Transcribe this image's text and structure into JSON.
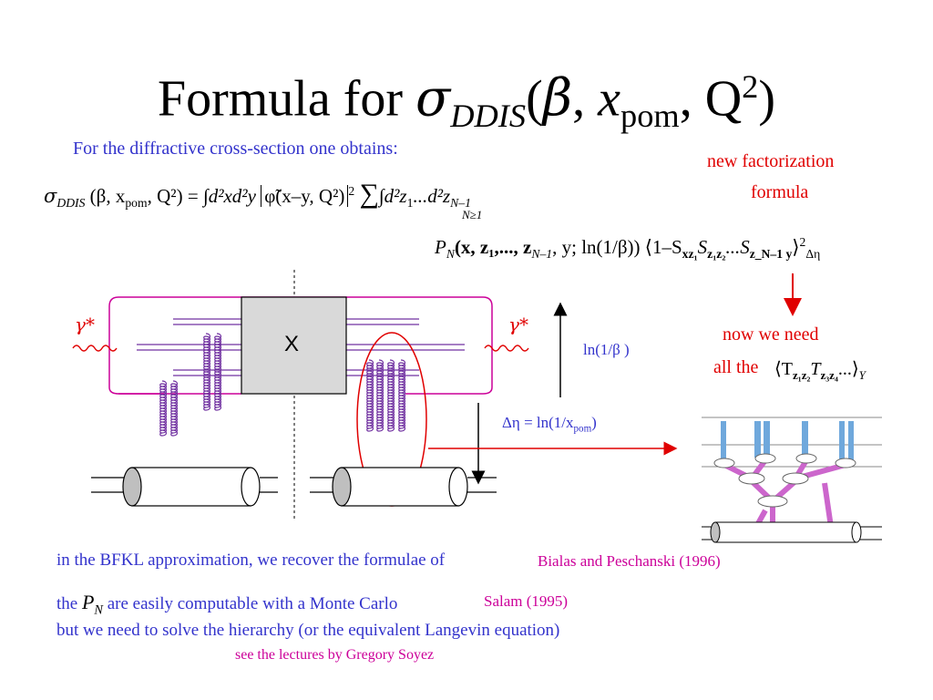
{
  "title": {
    "prefix": "Formula for ",
    "sigma": "σ",
    "sub": "DDIS",
    "args_open": "(",
    "beta": "β",
    "comma1": ", ",
    "x": "x",
    "x_sub": "pom",
    "comma2": ", Q",
    "sup": "2",
    "args_close": ")"
  },
  "intro_text": "For the diffractive cross-section one obtains:",
  "formula": {
    "line1_lhs": "σ",
    "line1_lhs_sub": "DDIS",
    "line1_args": "(β, x",
    "line1_args_sub": "pom",
    "line1_args_end": ", Q²) = ",
    "line1_int1": "∫d²xd²y",
    "line1_phi": "φ̃(x–y, Q²)",
    "line1_sup": "2",
    "line1_sum": "∑",
    "line1_sum_sub": "N≥1",
    "line1_int2": "∫d²z",
    "line1_int2_sub1": "1",
    "line1_int2_mid": "...d²z",
    "line1_int2_sub2": "N–1",
    "line2_P": "P",
    "line2_P_sub": "N",
    "line2_args": "(x, z₁,..., z",
    "line2_args_sub": "N–1",
    "line2_args_end": ", y; ln(1/β))",
    "line2_bracket": "⟨1–S",
    "line2_S1_sub": "xz₁",
    "line2_S2": "S",
    "line2_S2_sub": "z₁z₂",
    "line2_dots": "...S",
    "line2_S3_sub": "z_N–1 y",
    "line2_close": "⟩",
    "line2_sup": "2",
    "line2_sub": "Δη"
  },
  "side_notes": {
    "new_factorization_1": "new factorization",
    "new_factorization_2": "formula",
    "now_we_need": "now we need",
    "all_the": "all the",
    "T_bracket": "⟨T",
    "T_sub1": "z₁z₂",
    "T2": "T",
    "T_sub2": "z₃z₄",
    "T_dots": "...⟩",
    "T_Y": "Y"
  },
  "diagram": {
    "gamma_left": "γ*",
    "gamma_right": "γ*",
    "center_box": "X",
    "ln_beta": "ln(1/β )",
    "delta_eta": "Δη = ln(1/x",
    "delta_eta_sub": "pom",
    "delta_eta_end": ")"
  },
  "bottom": {
    "line1": "in the BFKL approximation, we recover the formulae of",
    "ref1": "Bialas and Peschanski (1996)",
    "line2_the": "the",
    "line2_P": "P",
    "line2_P_sub": "N",
    "line2_rest": "are easily computable with a Monte Carlo",
    "ref2": "Salam (1995)",
    "line3": "but we need to solve the hierarchy (or the equivalent Langevin equation)",
    "ref3": "see the lectures by Gregory Soyez"
  },
  "colors": {
    "blue_text": "#3333cc",
    "red_text": "#e00000",
    "magenta_text": "#cc0099",
    "gluon": "#7030a0",
    "box_fill": "#d9d9d9"
  }
}
